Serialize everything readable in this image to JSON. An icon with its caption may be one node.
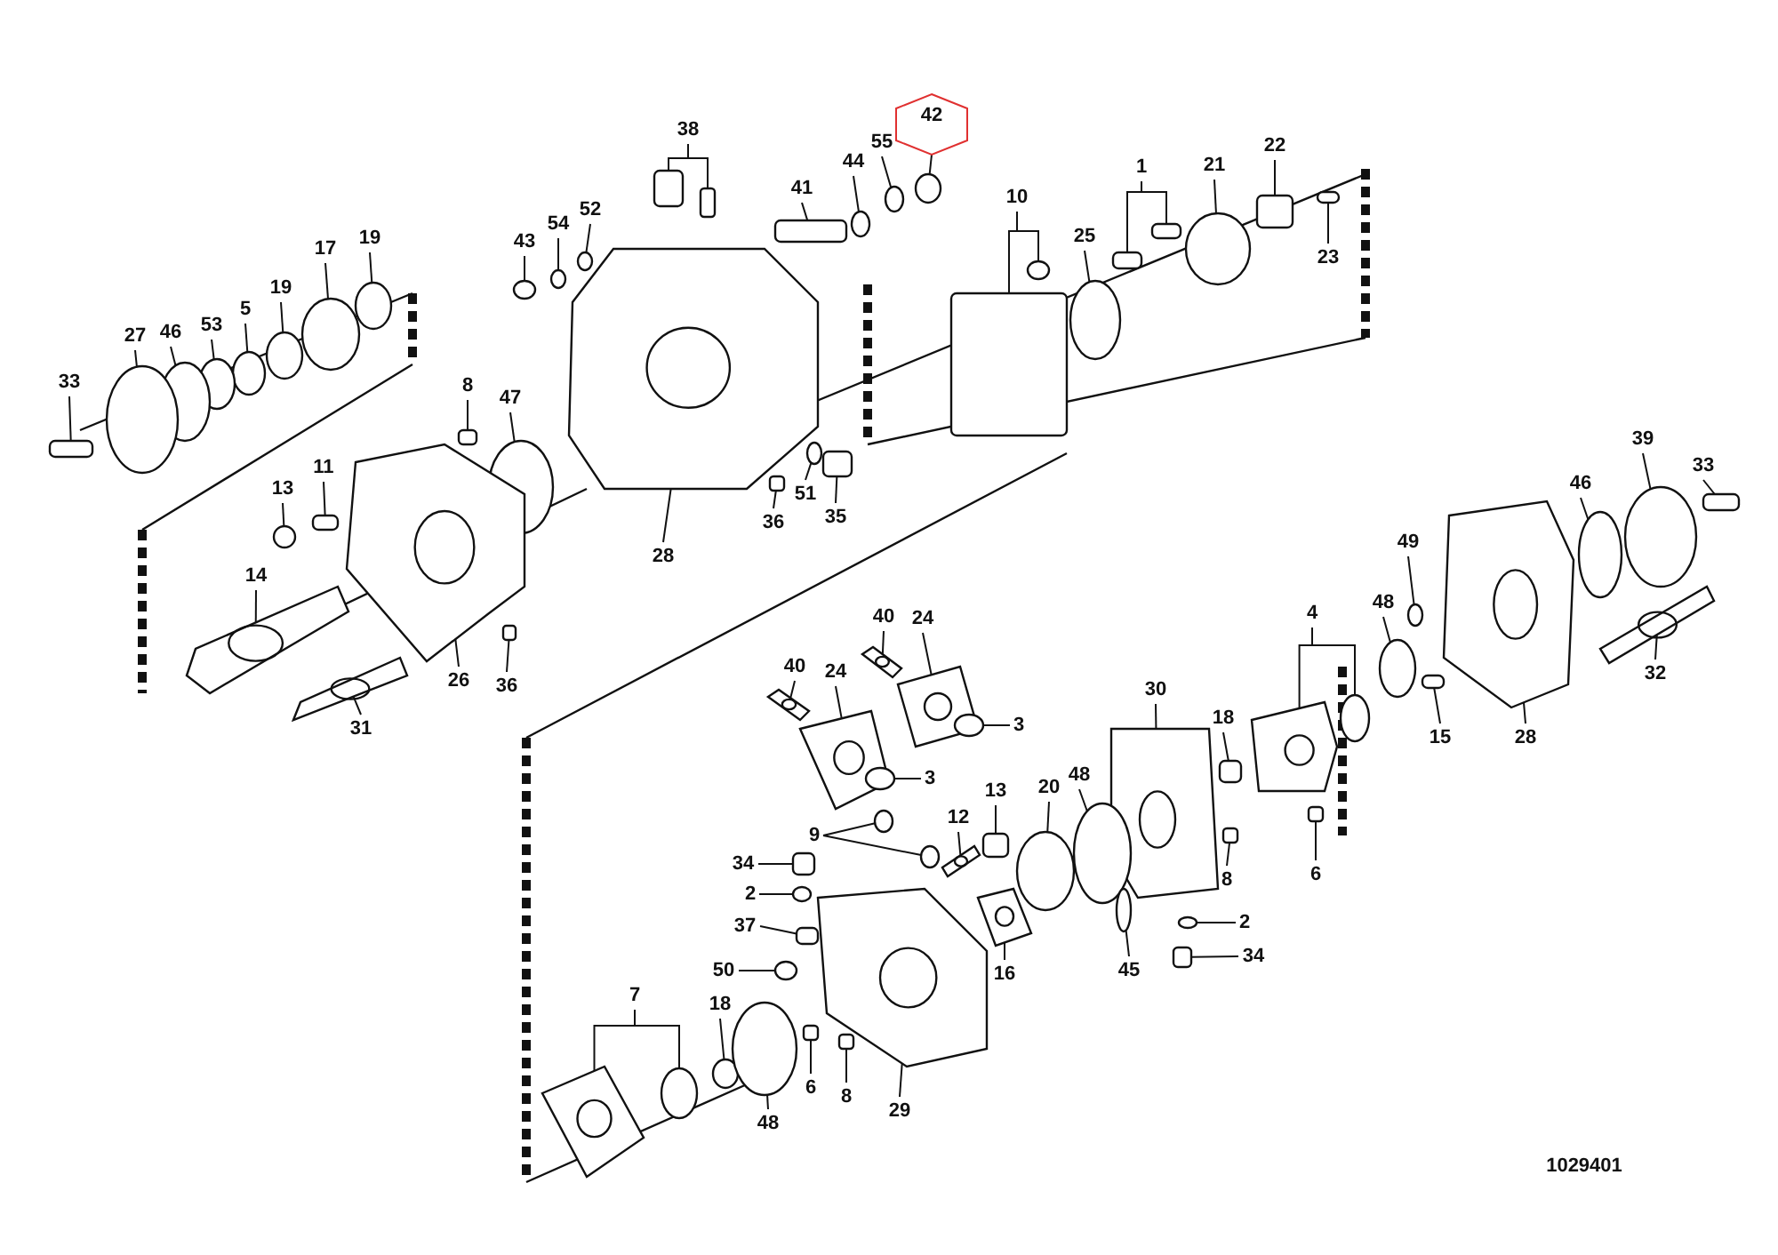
{
  "diagram": {
    "nodes": [
      {
        "text": [
          "38"
        ]
      },
      {
        "text": [
          "55"
        ]
      },
      {
        "text": [
          "42"
        ]
      },
      {
        "text": [
          "44"
        ]
      },
      {
        "text": [
          "41"
        ]
      },
      {
        "text": [
          "52"
        ]
      },
      {
        "text": [
          "54"
        ]
      },
      {
        "text": [
          "43"
        ]
      },
      {
        "text": [
          "1"
        ]
      },
      {
        "text": [
          "21"
        ]
      },
      {
        "text": [
          "22"
        ]
      },
      {
        "text": [
          "23"
        ]
      },
      {
        "text": [
          "10"
        ]
      },
      {
        "text": [
          "25"
        ]
      },
      {
        "text": [
          "17"
        ]
      },
      {
        "text": [
          "19"
        ]
      },
      {
        "text": [
          "19"
        ]
      },
      {
        "text": [
          "5"
        ]
      },
      {
        "text": [
          "53"
        ]
      },
      {
        "text": [
          "46"
        ]
      },
      {
        "text": [
          "27"
        ]
      },
      {
        "text": [
          "33"
        ]
      },
      {
        "text": [
          "8"
        ]
      },
      {
        "text": [
          "47"
        ]
      },
      {
        "text": [
          "13"
        ]
      },
      {
        "text": [
          "11"
        ]
      },
      {
        "text": [
          "14"
        ]
      },
      {
        "text": [
          "26"
        ]
      },
      {
        "text": [
          "36"
        ]
      },
      {
        "text": [
          "31"
        ]
      },
      {
        "text": [
          "28"
        ]
      },
      {
        "text": [
          "36"
        ]
      },
      {
        "text": [
          "51"
        ]
      },
      {
        "text": [
          "35"
        ]
      },
      {
        "text": [
          "39"
        ]
      },
      {
        "text": [
          "46"
        ]
      },
      {
        "text": [
          "33"
        ]
      },
      {
        "text": [
          "49"
        ]
      },
      {
        "text": [
          "48"
        ]
      },
      {
        "text": [
          "4"
        ]
      },
      {
        "text": [
          "32"
        ]
      },
      {
        "text": [
          "15"
        ]
      },
      {
        "text": [
          "28"
        ]
      },
      {
        "text": [
          "40"
        ]
      },
      {
        "text": [
          "24"
        ]
      },
      {
        "text": [
          "40"
        ]
      },
      {
        "text": [
          "24"
        ]
      },
      {
        "text": [
          "3"
        ]
      },
      {
        "text": [
          "3"
        ]
      },
      {
        "text": [
          "30"
        ]
      },
      {
        "text": [
          "18"
        ]
      },
      {
        "text": [
          "13"
        ]
      },
      {
        "text": [
          "12"
        ]
      },
      {
        "text": [
          "20"
        ]
      },
      {
        "text": [
          "48"
        ]
      },
      {
        "text": [
          "9"
        ]
      },
      {
        "text": [
          "34"
        ]
      },
      {
        "text": [
          "2"
        ]
      },
      {
        "text": [
          "37"
        ]
      },
      {
        "text": [
          "50"
        ]
      },
      {
        "text": [
          "7"
        ]
      },
      {
        "text": [
          "18"
        ]
      },
      {
        "text": [
          "16"
        ]
      },
      {
        "text": [
          "45"
        ]
      },
      {
        "text": [
          "8"
        ]
      },
      {
        "text": [
          "6"
        ]
      },
      {
        "text": [
          "2"
        ]
      },
      {
        "text": [
          "34"
        ]
      },
      {
        "text": [
          "48"
        ]
      },
      {
        "text": [
          "6"
        ]
      },
      {
        "text": [
          "8"
        ]
      },
      {
        "text": [
          "29"
        ]
      },
      {
        "text": [],
        "shape": "box"
      },
      {
        "text": [],
        "shape": "box"
      },
      {
        "text": [],
        "shape": "circle"
      },
      {
        "text": [],
        "shape": "circle"
      },
      {
        "text": [],
        "shape": "circle"
      },
      {
        "text": [],
        "shape": "box"
      },
      {
        "text": [],
        "shape": "circle"
      },
      {
        "text": [],
        "shape": "circle"
      },
      {
        "text": [],
        "shape": "circle"
      },
      {
        "text": [],
        "shape": "box"
      },
      {
        "text": [],
        "shape": "box"
      },
      {
        "text": [],
        "shape": "circle"
      },
      {
        "text": [],
        "shape": "box"
      },
      {
        "text": [],
        "shape": "box"
      },
      {
        "text": [],
        "shape": "box"
      },
      {
        "text": [],
        "shape": "circle"
      },
      {
        "text": [],
        "shape": "circle"
      },
      {
        "text": [],
        "shape": "circle"
      },
      {
        "text": [],
        "shape": "circle"
      },
      {
        "text": [],
        "shape": "circle"
      },
      {
        "text": [],
        "shape": "circle"
      },
      {
        "text": [],
        "shape": "circle"
      },
      {
        "text": [],
        "shape": "circle"
      },
      {
        "text": [],
        "shape": "circle"
      },
      {
        "text": [],
        "shape": "box"
      },
      {
        "text": [],
        "shape": "box"
      },
      {
        "text": [],
        "shape": "circle"
      },
      {
        "text": [],
        "shape": "circle"
      },
      {
        "text": [],
        "shape": "box"
      },
      {
        "text": [],
        "shape": "picture"
      },
      {
        "text": [],
        "shape": "picture"
      },
      {
        "text": [],
        "shape": "box"
      },
      {
        "text": [],
        "shape": "picture"
      },
      {
        "text": [],
        "shape": "picture"
      },
      {
        "text": [],
        "shape": "box"
      },
      {
        "text": [],
        "shape": "circle"
      },
      {
        "text": [],
        "shape": "box"
      },
      {
        "text": [],
        "shape": "circle"
      },
      {
        "text": [],
        "shape": "circle"
      },
      {
        "text": [],
        "shape": "box"
      },
      {
        "text": [],
        "shape": "circle"
      },
      {
        "text": [],
        "shape": "circle"
      },
      {
        "text": [],
        "shape": "picture"
      },
      {
        "text": [],
        "shape": "circle"
      },
      {
        "text": [],
        "shape": "picture"
      },
      {
        "text": [],
        "shape": "box"
      },
      {
        "text": [],
        "shape": "picture"
      },
      {
        "text": [],
        "shape": "picture"
      },
      {
        "text": [],
        "shape": "picture"
      },
      {
        "text": [],
        "shape": "picture"
      },
      {
        "text": [],
        "shape": "picture"
      },
      {
        "text": [],
        "shape": "circle"
      },
      {
        "text": [],
        "shape": "circle"
      },
      {
        "text": [],
        "shape": "picture"
      },
      {
        "text": [],
        "shape": "box"
      },
      {
        "text": [],
        "shape": "box"
      },
      {
        "text": [],
        "shape": "picture"
      },
      {
        "text": [],
        "shape": "circle"
      },
      {
        "text": [],
        "shape": "circle"
      },
      {
        "text": [],
        "shape": "circle"
      },
      {
        "text": [],
        "shape": "circle"
      },
      {
        "text": [],
        "shape": "box"
      },
      {
        "text": [],
        "shape": "circle"
      },
      {
        "text": [],
        "shape": "box"
      },
      {
        "text": [],
        "shape": "circle"
      },
      {
        "text": [],
        "shape": "picture"
      },
      {
        "text": [],
        "shape": "circle"
      },
      {
        "text": [],
        "shape": "circle"
      },
      {
        "text": [],
        "shape": "picture"
      },
      {
        "text": [],
        "shape": "circle"
      },
      {
        "text": [],
        "shape": "box"
      },
      {
        "text": [],
        "shape": "box"
      },
      {
        "text": [],
        "shape": "circle"
      },
      {
        "text": [],
        "shape": "box"
      },
      {
        "text": [],
        "shape": "circle"
      },
      {
        "text": [],
        "shape": "box"
      },
      {
        "text": [],
        "shape": "box"
      },
      {
        "text": [],
        "shape": "picture"
      }
    ],
    "edges": [
      {
        "from": 0,
        "to": 72,
        "arrow": "none"
      },
      {
        "from": 0,
        "to": 73,
        "arrow": "none"
      },
      {
        "from": 1,
        "to": 74,
        "arrow": "none"
      },
      {
        "from": 2,
        "to": 75,
        "arrow": "none"
      },
      {
        "from": 3,
        "to": 76,
        "arrow": "none"
      },
      {
        "from": 4,
        "to": 77,
        "arrow": "none"
      },
      {
        "from": 5,
        "to": 78,
        "arrow": "none"
      },
      {
        "from": 6,
        "to": 79,
        "arrow": "none"
      },
      {
        "from": 7,
        "to": 80,
        "arrow": "none"
      },
      {
        "from": 8,
        "to": 81,
        "arrow": "none"
      },
      {
        "from": 8,
        "to": 82,
        "arrow": "none"
      },
      {
        "from": 9,
        "to": 83,
        "arrow": "none"
      },
      {
        "from": 10,
        "to": 84,
        "arrow": "none"
      },
      {
        "from": 11,
        "to": 85,
        "arrow": "none"
      },
      {
        "from": 12,
        "to": 86,
        "arrow": "none"
      },
      {
        "from": 12,
        "to": 87,
        "arrow": "none"
      },
      {
        "from": 13,
        "to": 88,
        "arrow": "none"
      },
      {
        "from": 14,
        "to": 89,
        "arrow": "none"
      },
      {
        "from": 15,
        "to": 90,
        "arrow": "none"
      },
      {
        "from": 16,
        "to": 91,
        "arrow": "none"
      },
      {
        "from": 17,
        "to": 92,
        "arrow": "none"
      },
      {
        "from": 18,
        "to": 93,
        "arrow": "none"
      },
      {
        "from": 19,
        "to": 94,
        "arrow": "none"
      },
      {
        "from": 20,
        "to": 95,
        "arrow": "none"
      },
      {
        "from": 21,
        "to": 96,
        "arrow": "none"
      },
      {
        "from": 22,
        "to": 97,
        "arrow": "none"
      },
      {
        "from": 23,
        "to": 98,
        "arrow": "none"
      },
      {
        "from": 24,
        "to": 99,
        "arrow": "none"
      },
      {
        "from": 25,
        "to": 100,
        "arrow": "none"
      },
      {
        "from": 26,
        "to": 101,
        "arrow": "none"
      },
      {
        "from": 27,
        "to": 102,
        "arrow": "none"
      },
      {
        "from": 28,
        "to": 103,
        "arrow": "none"
      },
      {
        "from": 29,
        "to": 104,
        "arrow": "none"
      },
      {
        "from": 30,
        "to": 105,
        "arrow": "none"
      },
      {
        "from": 31,
        "to": 106,
        "arrow": "none"
      },
      {
        "from": 32,
        "to": 107,
        "arrow": "none"
      },
      {
        "from": 33,
        "to": 108,
        "arrow": "none"
      },
      {
        "from": 34,
        "to": 109,
        "arrow": "none"
      },
      {
        "from": 35,
        "to": 110,
        "arrow": "none"
      },
      {
        "from": 36,
        "to": 111,
        "arrow": "none"
      },
      {
        "from": 37,
        "to": 112,
        "arrow": "none"
      },
      {
        "from": 38,
        "to": 113,
        "arrow": "none"
      },
      {
        "from": 39,
        "to": 114,
        "arrow": "none"
      },
      {
        "from": 39,
        "to": 115,
        "arrow": "none"
      },
      {
        "from": 40,
        "to": 116,
        "arrow": "none"
      },
      {
        "from": 41,
        "to": 117,
        "arrow": "none"
      },
      {
        "from": 42,
        "to": 118,
        "arrow": "none"
      },
      {
        "from": 43,
        "to": 119,
        "arrow": "none"
      },
      {
        "from": 44,
        "to": 120,
        "arrow": "none"
      },
      {
        "from": 45,
        "to": 121,
        "arrow": "none"
      },
      {
        "from": 46,
        "to": 122,
        "arrow": "none"
      },
      {
        "from": 47,
        "to": 123,
        "arrow": "none"
      },
      {
        "from": 48,
        "to": 124,
        "arrow": "none"
      },
      {
        "from": 49,
        "to": 125,
        "arrow": "none"
      },
      {
        "from": 50,
        "to": 126,
        "arrow": "none"
      },
      {
        "from": 51,
        "to": 127,
        "arrow": "none"
      },
      {
        "from": 52,
        "to": 128,
        "arrow": "none"
      },
      {
        "from": 53,
        "to": 129,
        "arrow": "none"
      },
      {
        "from": 54,
        "to": 130,
        "arrow": "none"
      },
      {
        "from": 55,
        "to": 131,
        "arrow": "none"
      },
      {
        "from": 55,
        "to": 132,
        "arrow": "none"
      },
      {
        "from": 56,
        "to": 133,
        "arrow": "none"
      },
      {
        "from": 57,
        "to": 134,
        "arrow": "none"
      },
      {
        "from": 58,
        "to": 135,
        "arrow": "none"
      },
      {
        "from": 59,
        "to": 136,
        "arrow": "none"
      },
      {
        "from": 60,
        "to": 137,
        "arrow": "none"
      },
      {
        "from": 60,
        "to": 138,
        "arrow": "none"
      },
      {
        "from": 61,
        "to": 139,
        "arrow": "none"
      },
      {
        "from": 62,
        "to": 140,
        "arrow": "none"
      },
      {
        "from": 63,
        "to": 141,
        "arrow": "none"
      },
      {
        "from": 64,
        "to": 142,
        "arrow": "none"
      },
      {
        "from": 65,
        "to": 143,
        "arrow": "none"
      },
      {
        "from": 66,
        "to": 144,
        "arrow": "none"
      },
      {
        "from": 67,
        "to": 145,
        "arrow": "none"
      },
      {
        "from": 68,
        "to": 146,
        "arrow": "none"
      },
      {
        "from": 69,
        "to": 147,
        "arrow": "none"
      },
      {
        "from": 70,
        "to": 148,
        "arrow": "none"
      },
      {
        "from": 71,
        "to": 149,
        "arrow": "none"
      }
    ],
    "labels": [
      "1029401"
    ]
  }
}
